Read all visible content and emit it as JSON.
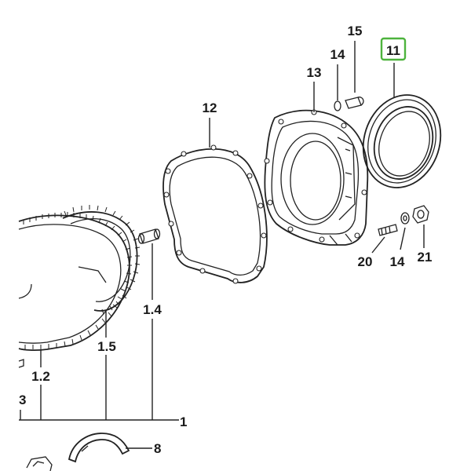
{
  "parts": {
    "p1": "1",
    "p1_2": "1.2",
    "p1_3": "3",
    "p1_4": "1.4",
    "p1_5": "1.5",
    "p8": "8",
    "p11": "11",
    "p12": "12",
    "p13": "13",
    "p14_top": "14",
    "p15": "15",
    "p14_bottom": "14",
    "p20": "20",
    "p21": "21"
  },
  "colors": {
    "line": "#222222",
    "highlight": "#4db33d"
  }
}
